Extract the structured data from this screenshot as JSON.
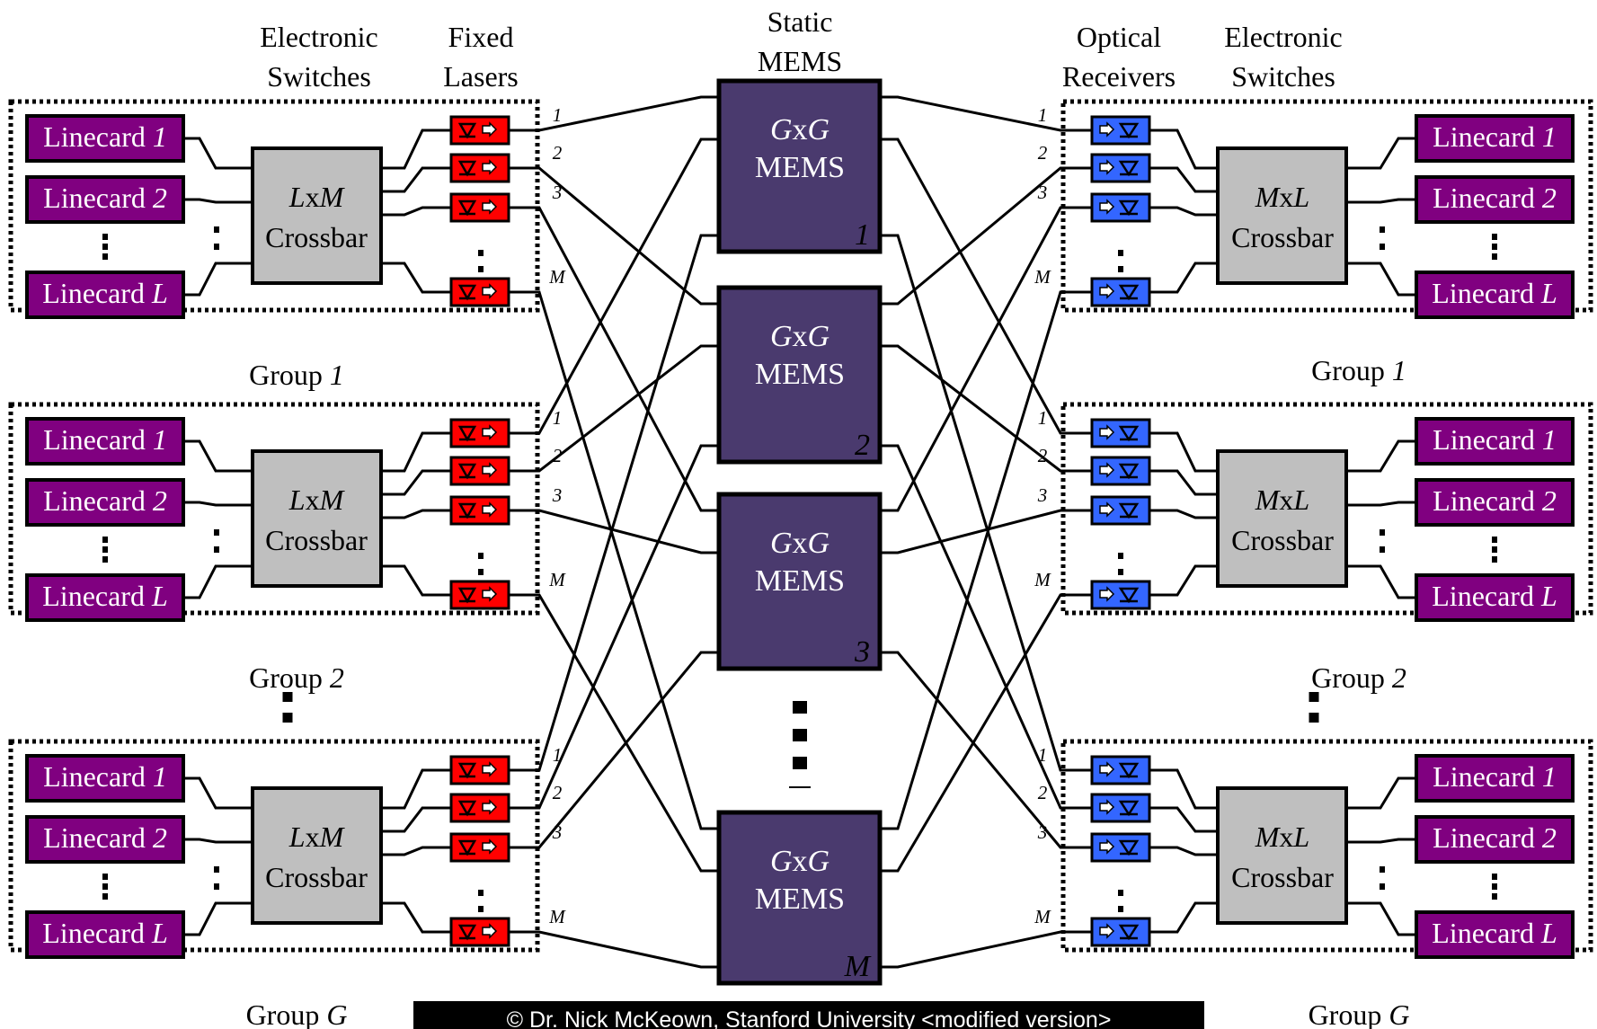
{
  "headers": {
    "left_switches": [
      "Electronic",
      "Switches"
    ],
    "lasers": [
      "Fixed",
      "Lasers"
    ],
    "mems": [
      "Static",
      "MEMS"
    ],
    "receivers": [
      "Optical",
      "Receivers"
    ],
    "right_switches": [
      "Electronic",
      "Switches"
    ]
  },
  "linecards": [
    {
      "prefix": "Linecard ",
      "index": "1"
    },
    {
      "prefix": "Linecard ",
      "index": "2"
    },
    {
      "prefix": "Linecard ",
      "index": "L"
    }
  ],
  "crossbar_left": {
    "a": "L",
    "x": "x",
    "b": "M",
    "line2": "Crossbar"
  },
  "crossbar_right": {
    "a": "M",
    "x": "x",
    "b": "L",
    "line2": "Crossbar"
  },
  "ports": [
    "1",
    "2",
    "3",
    "M"
  ],
  "mems": {
    "label_a": "G",
    "label_x": "x",
    "label_b": "G",
    "line2": "MEMS",
    "indices": [
      "1",
      "2",
      "3",
      "M"
    ]
  },
  "groups": [
    {
      "prefix": "Group ",
      "index": "1"
    },
    {
      "prefix": "Group ",
      "index": "2"
    },
    {
      "prefix": "Group ",
      "index": "G"
    }
  ],
  "footer": "© Dr. Nick McKeown, Stanford University <modified version>",
  "colors": {
    "linecard": "#800080",
    "crossbar": "#bfbfbf",
    "laser": "#ff0000",
    "receiver": "#3366ff",
    "mems": "#4a3a6e"
  }
}
